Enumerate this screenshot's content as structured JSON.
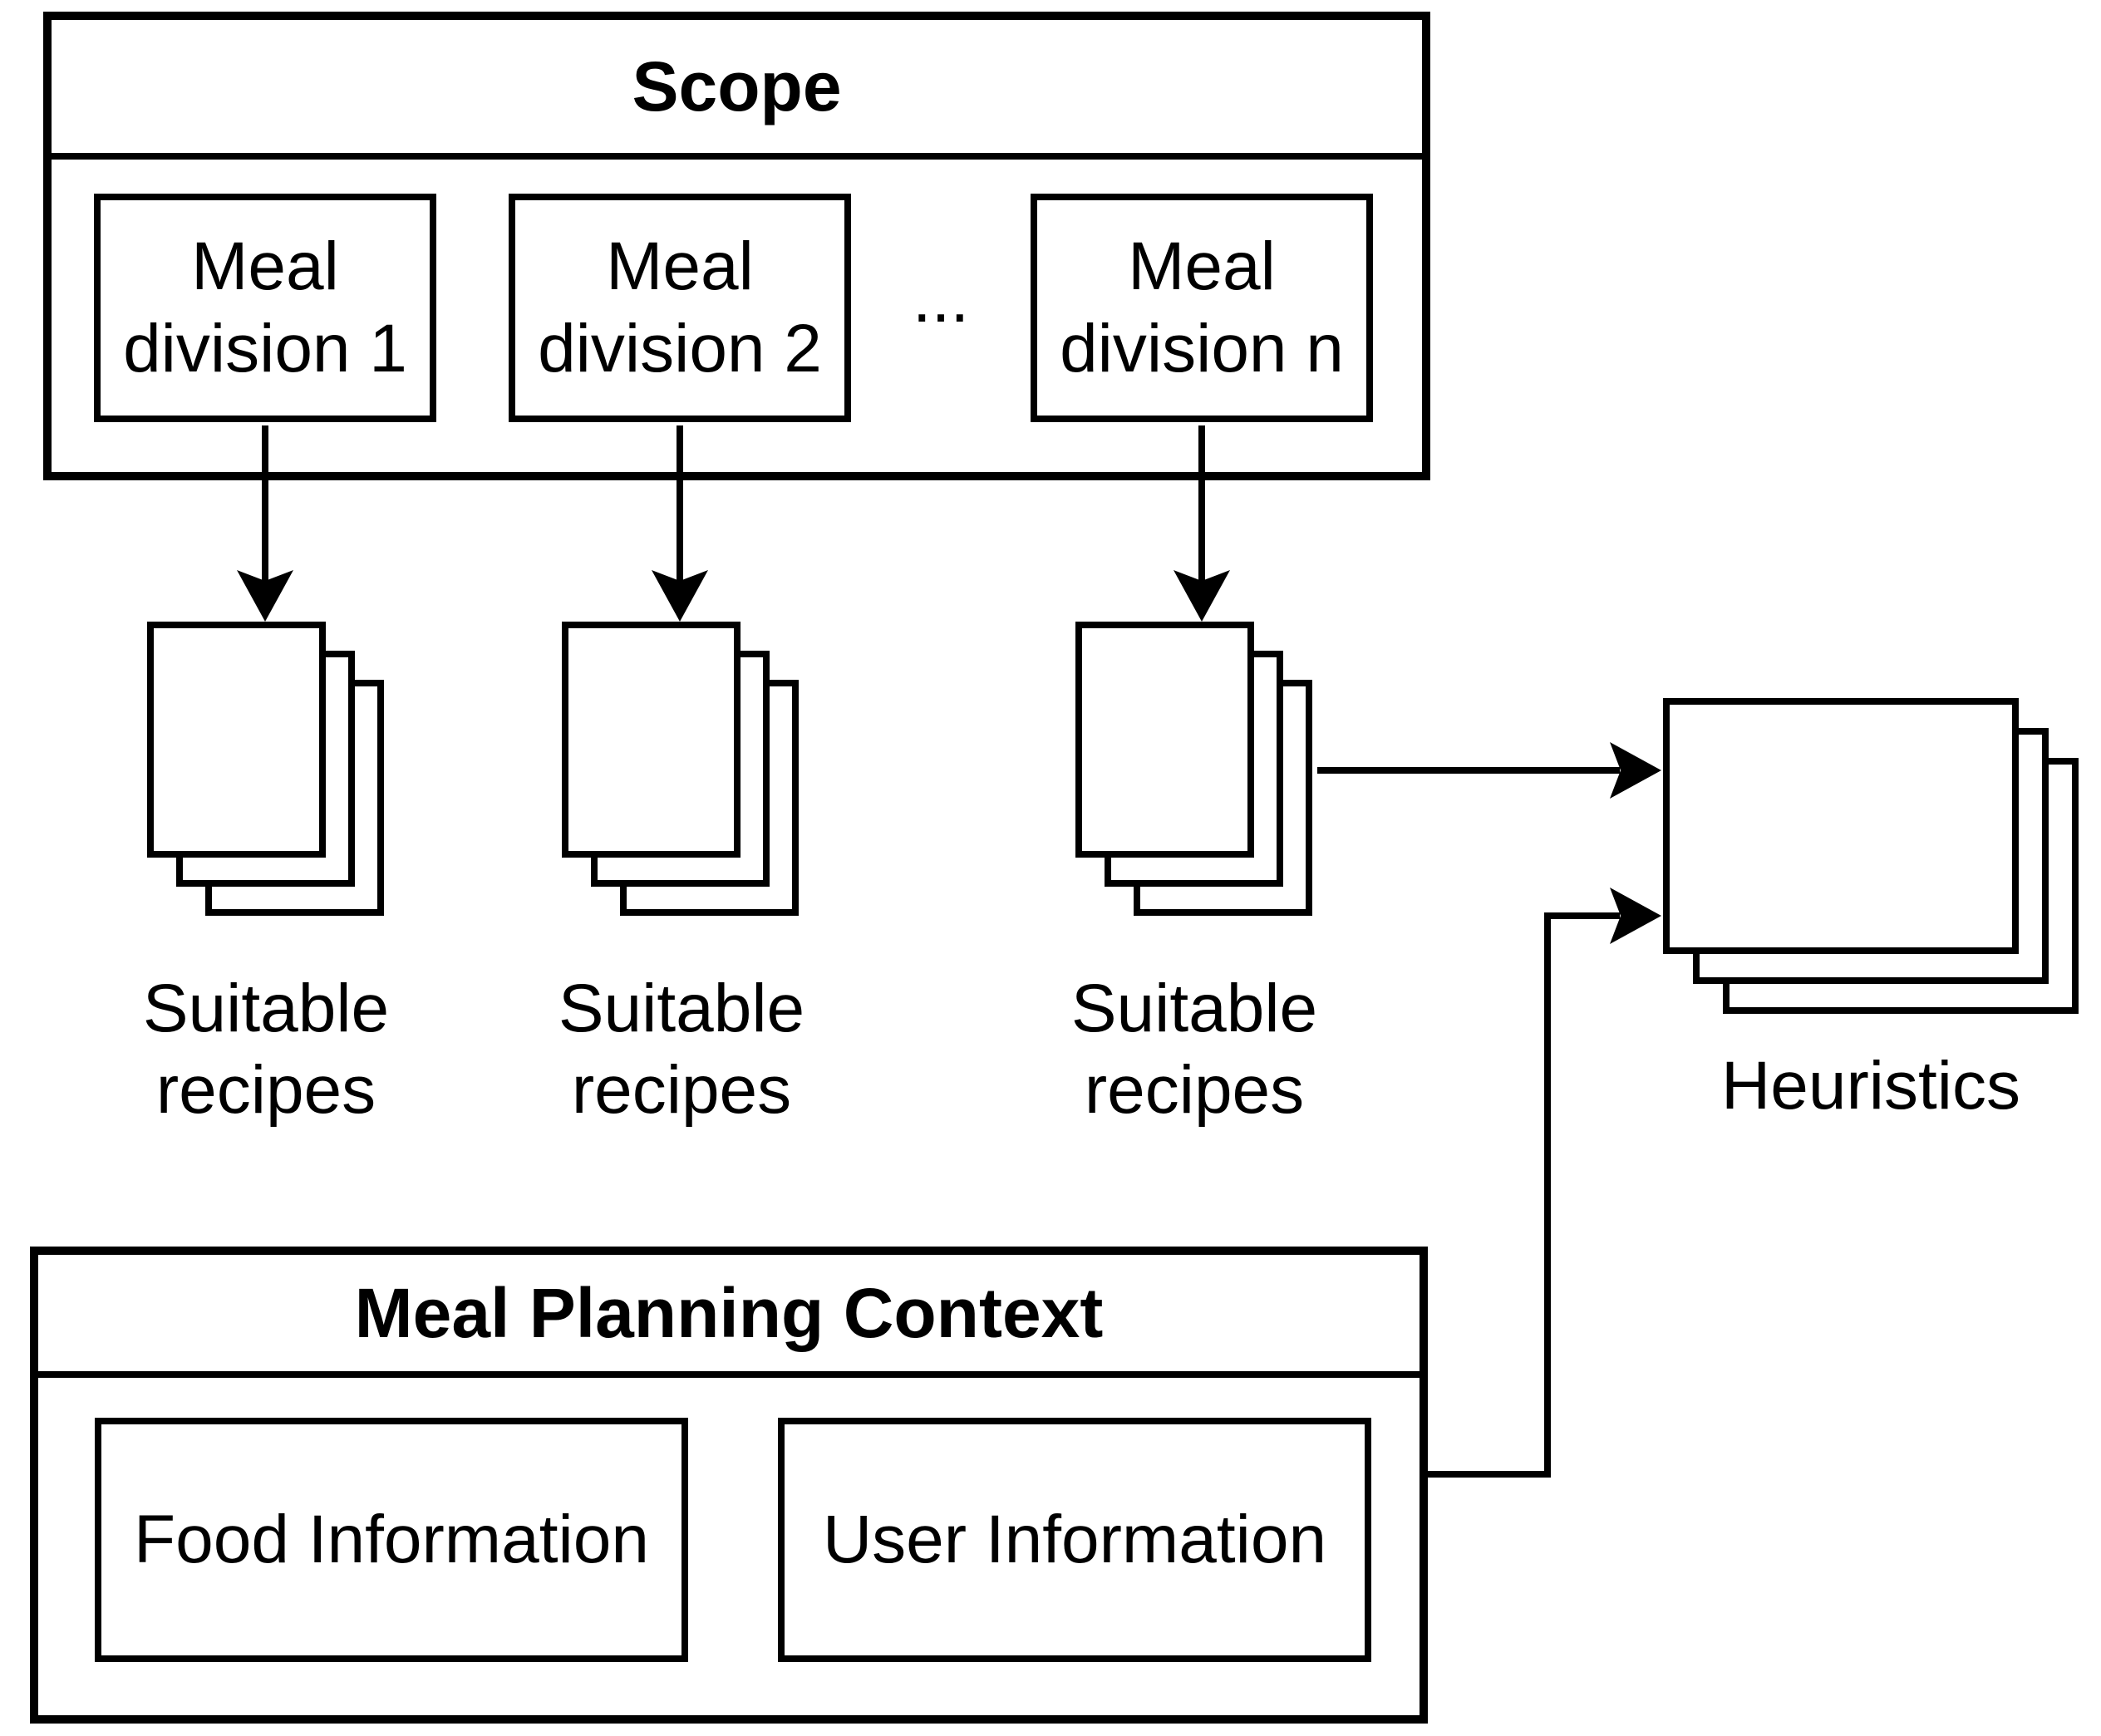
{
  "colors": {
    "ink": "#000000",
    "background": "#ffffff"
  },
  "scope": {
    "title": "Scope",
    "ellipsis": "...",
    "divisions": [
      {
        "line1": "Meal",
        "line2": "division 1"
      },
      {
        "line1": "Meal",
        "line2": "division 2"
      },
      {
        "line1": "Meal",
        "line2": "division n"
      }
    ]
  },
  "recipes": [
    {
      "line1": "Suitable",
      "line2": "recipes"
    },
    {
      "line1": "Suitable",
      "line2": "recipes"
    },
    {
      "line1": "Suitable",
      "line2": "recipes"
    }
  ],
  "heuristics": {
    "label": "Heuristics"
  },
  "context": {
    "title": "Meal Planning Context",
    "boxes": [
      {
        "label": "Food Information"
      },
      {
        "label": "User Information"
      }
    ]
  }
}
